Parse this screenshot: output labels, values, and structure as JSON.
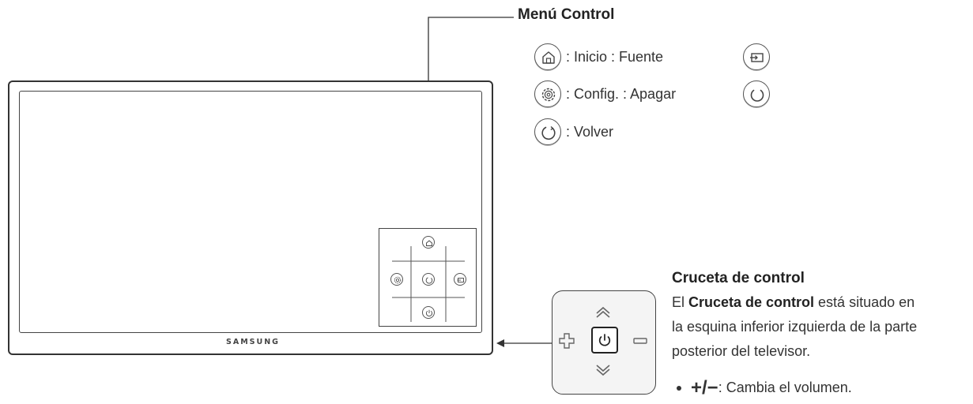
{
  "menu_control": {
    "title": "Menú Control",
    "items": [
      {
        "icon": "home-icon",
        "label": ": Inicio : Fuente"
      },
      {
        "icon": "settings-icon",
        "label": ": Config. : Apagar"
      },
      {
        "icon": "return-icon",
        "label": ": Volver"
      }
    ],
    "right_icons": [
      "source-icon",
      "power-icon"
    ]
  },
  "tv": {
    "brand": "SAMSUNG"
  },
  "control_stick": {
    "title": "Cruceta de control",
    "desc_line1_prefix": "El ",
    "desc_line1_bold": "Cruceta de control",
    "desc_line1_suffix": " está situado en",
    "desc_line2": "la esquina inferior izquierda de la parte",
    "desc_line3": "posterior del televisor.",
    "bullet_symbols": "+/−",
    "bullet_text": ": Cambia el volumen."
  },
  "colors": {
    "line": "#333333",
    "text": "#222222"
  }
}
